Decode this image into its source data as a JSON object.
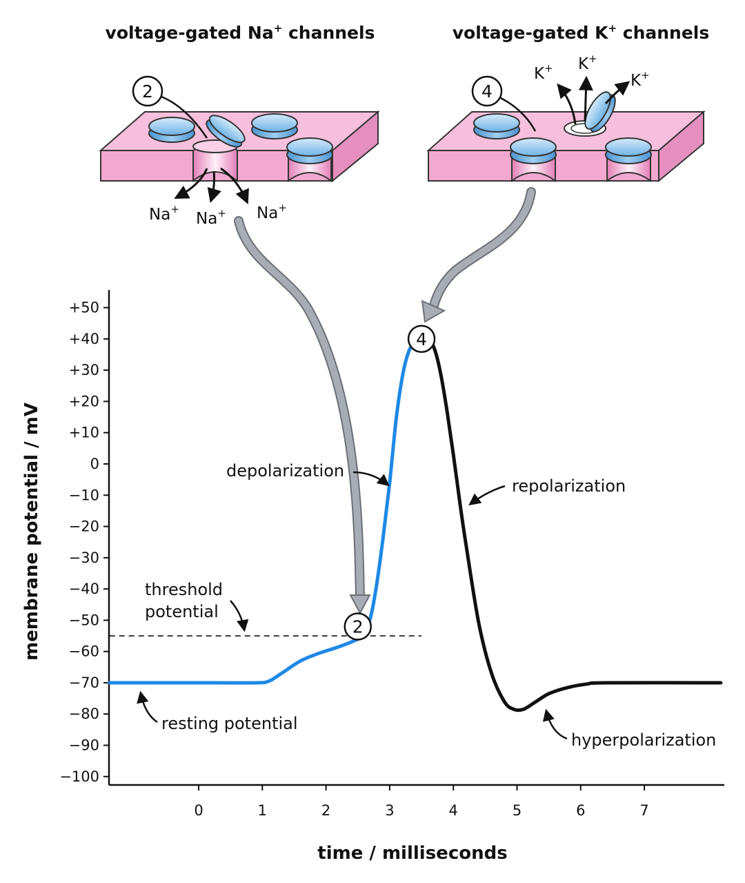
{
  "chart_data": {
    "type": "line",
    "titles": {
      "na": "voltage-gated Na",
      "na_sup": "+",
      "na_rest": " channels",
      "k": "voltage-gated K",
      "k_sup": "+",
      "k_rest": " channels"
    },
    "xlabel": "time / milliseconds",
    "ylabel": "membrane potential / mV",
    "x_ticks": [
      "0",
      "1",
      "2",
      "3",
      "4",
      "5",
      "6",
      "7"
    ],
    "x_tick_values": [
      0,
      1,
      2,
      3,
      4,
      5,
      6,
      7
    ],
    "y_ticks": [
      "+50",
      "+40",
      "+30",
      "+20",
      "+10",
      "0",
      "−10",
      "−20",
      "−30",
      "−40",
      "−50",
      "−60",
      "−70",
      "−80",
      "−90",
      "−100"
    ],
    "y_tick_values": [
      50,
      40,
      30,
      20,
      10,
      0,
      -10,
      -20,
      -30,
      -40,
      -50,
      -60,
      -70,
      -80,
      -90,
      -100
    ],
    "xlim": [
      -1.4,
      8.2
    ],
    "ylim": [
      -103,
      55
    ],
    "threshold": {
      "value": -55,
      "x_range": [
        -1.4,
        3.5
      ]
    },
    "series": [
      {
        "color": "#1e88e5",
        "x": [
          -1.4,
          0.2,
          0.9,
          1.1,
          1.3,
          1.6,
          1.9,
          2.2,
          2.5,
          2.6,
          2.7,
          2.8,
          2.9,
          3.0,
          3.1,
          3.2,
          3.3,
          3.4,
          3.5
        ],
        "y": [
          -70,
          -70,
          -70,
          -69.5,
          -67,
          -63,
          -60.5,
          -58.5,
          -56,
          -54,
          -49,
          -38,
          -23,
          -6,
          14,
          28,
          36,
          39,
          40
        ]
      },
      {
        "color": "#111111",
        "x": [
          3.5,
          3.6,
          3.7,
          3.8,
          3.9,
          4.0,
          4.1,
          4.2,
          4.4,
          4.6,
          4.8,
          4.95,
          5.1,
          5.3,
          5.5,
          5.8,
          6.1,
          6.4,
          8.2
        ],
        "y": [
          40,
          40,
          37,
          29,
          17,
          3,
          -12,
          -26,
          -51,
          -67,
          -76,
          -78.5,
          -78.5,
          -76,
          -73.5,
          -71.5,
          -70.4,
          -70,
          -70
        ]
      }
    ],
    "markers": [
      {
        "label": "2",
        "x": 2.5,
        "y": -52
      },
      {
        "label": "4",
        "x": 3.5,
        "y": 40
      }
    ],
    "annotations": {
      "depolarization": "depolarization",
      "repolarization": "repolarization",
      "threshold_line1": "threshold",
      "threshold_line2": "potential",
      "resting": "resting potential",
      "hyperpolarization": "hyperpolarization"
    },
    "ions": {
      "na": "Na",
      "k": "K",
      "charge": "+"
    },
    "step_numbers": {
      "na": "2",
      "k": "4"
    },
    "colors": {
      "membrane": "#f3a9cf",
      "membrane_dark": "#e58fbe",
      "channel": "#8cc4ec",
      "depolarization_line": "#1e88e5",
      "repolarization_line": "#111111",
      "arrow_grey": "#a8adb5"
    },
    "grid": false,
    "legend": "none"
  }
}
